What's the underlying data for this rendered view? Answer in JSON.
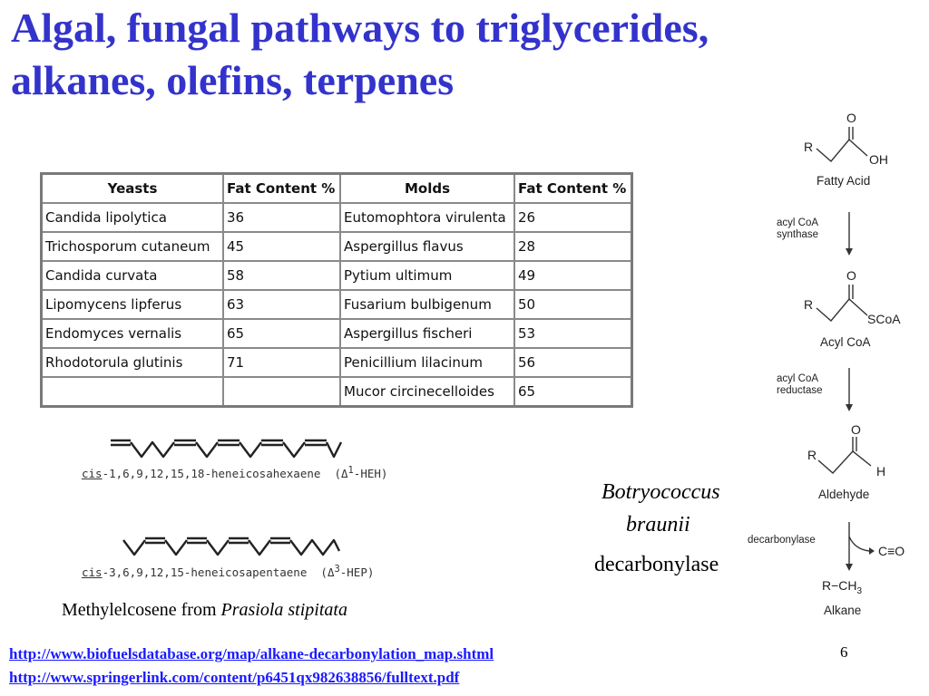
{
  "title": {
    "line1": "Algal, fungal pathways to triglycerides,",
    "line2": "alkanes, olefins, terpenes"
  },
  "fat_table": {
    "headers": [
      "Yeasts",
      "Fat Content %",
      "Molds",
      "Fat Content %"
    ],
    "rows": [
      [
        "Candida lipolytica",
        "36",
        "Eutomophtora virulenta",
        "26"
      ],
      [
        "Trichosporum cutaneum",
        "45",
        "Aspergillus flavus",
        "28"
      ],
      [
        "Candida curvata",
        "58",
        "Pytium ultimum",
        "49"
      ],
      [
        "Lipomycens lipferus",
        "63",
        "Fusarium bulbigenum",
        "50"
      ],
      [
        "Endomyces vernalis",
        "65",
        "Aspergillus fischeri",
        "53"
      ],
      [
        "Rhodotorula glutinis",
        "71",
        "Penicillium lilacinum",
        "56"
      ],
      [
        "",
        "",
        "Mucor circinecelloides",
        "65"
      ]
    ]
  },
  "molecules": {
    "hexaene": {
      "prefix": "cis",
      "name": "-1,6,9,12,15,18-heneicosahexaene",
      "abbr_open": "(Δ",
      "abbr_sup": "1",
      "abbr_close": "-HEH)"
    },
    "pentaene": {
      "prefix": "cis",
      "name": "-3,6,9,12,15-heneicosapentaene",
      "abbr_open": "(Δ",
      "abbr_sup": "3",
      "abbr_close": "-HEP)"
    },
    "caption_text": "Methylelcosene from ",
    "caption_species": "Prasiola stipitata"
  },
  "organism": {
    "genus": "Botryococcus",
    "species": "braunii",
    "enzyme": "decarbonylase"
  },
  "pathway": {
    "fatty_acid": "Fatty Acid",
    "acyl_coa": "Acyl CoA",
    "aldehyde": "Aldehyde",
    "alkane": "Alkane",
    "enzyme1_line1": "acyl CoA",
    "enzyme1_line2": "synthase",
    "enzyme2_line1": "acyl CoA",
    "enzyme2_line2": "reductase",
    "enzyme3": "decarbonylase",
    "atom_O": "O",
    "atom_R": "R",
    "atom_OH": "OH",
    "atom_SCoA": "SCoA",
    "atom_H": "H",
    "co": "C≡O",
    "alkane_formula": "R−CH",
    "alkane_sub": "3"
  },
  "links": {
    "link1": "http://www.biofuelsdatabase.org/map/alkane-decarbonylation_map.shtml",
    "link2": "http://www.springerlink.com/content/p6451qx982638856/fulltext.pdf"
  },
  "page_number": "6"
}
